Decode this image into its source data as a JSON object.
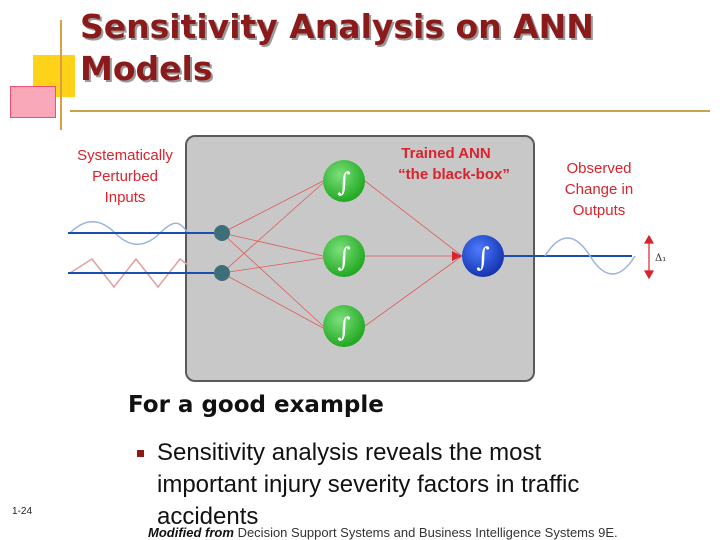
{
  "slide": {
    "title": "Sensitivity Analysis on ANN Models",
    "subheading": "For a good example",
    "bullet": "Sensitivity analysis reveals the most important injury severity factors in traffic accidents",
    "slide_number": "1-24",
    "footer_prefix": "Modified from",
    "footer_source": "Decision Support Systems and Business Intelligence Systems 9E."
  },
  "diagram": {
    "inputs_label": [
      "Systematically",
      "Perturbed",
      "Inputs"
    ],
    "box_label": [
      "Trained ANN",
      "“the black-box”"
    ],
    "outputs_label": [
      "Observed",
      "Change in",
      "Outputs"
    ],
    "delta_label": "Δ₁",
    "neuron_symbol": "∫"
  },
  "colors": {
    "title": "#8b1a1a",
    "label_red": "#d9232d",
    "box_fill": "#c8c8c8",
    "box_border": "#5a5a5a",
    "hidden_neuron": "#33c233",
    "output_neuron": "#1a44c8",
    "input_node": "#3e6e78",
    "input_line": "#1a4fb0",
    "decor_yellow": "#ffd21a",
    "decor_pink": "#f03868"
  }
}
